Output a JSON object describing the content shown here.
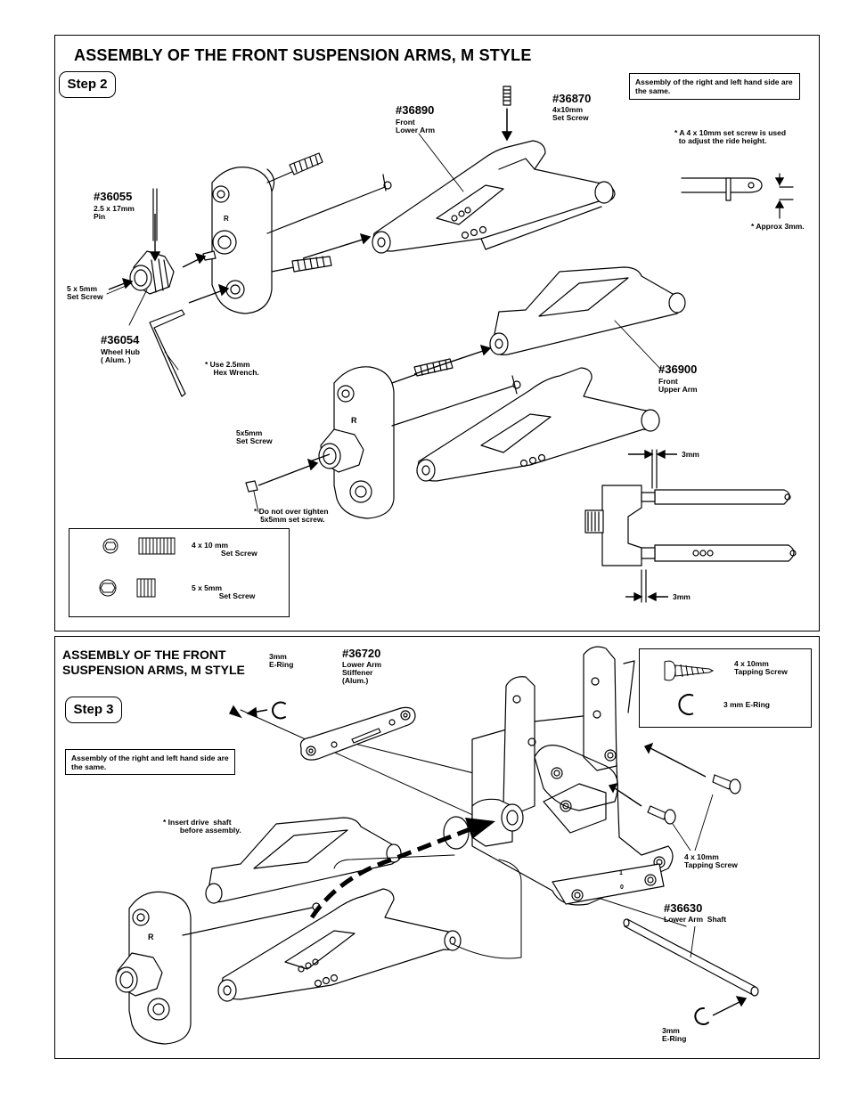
{
  "step2": {
    "title": "ASSEMBLY OF THE FRONT SUSPENSION ARMS, M STYLE",
    "step_label": "Step 2",
    "note_same_side": "Assembly of the right and left hand side are the same.",
    "note_ride_height": "* A 4 x 10mm set screw is used\n  to adjust the ride height.",
    "approx": "* Approx 3mm.",
    "parts": {
      "p36890": {
        "num": "#36890",
        "desc": "Front\nLower Arm"
      },
      "p36870": {
        "num": "#36870",
        "desc": "4x10mm\nSet Screw"
      },
      "p36055": {
        "num": "#36055",
        "desc": "2.5 x 17mm\nPin"
      },
      "p36054": {
        "num": "#36054",
        "desc": "Wheel Hub\n( Alum. )"
      },
      "p36900": {
        "num": "#36900",
        "desc": "Front\nUpper Arm"
      }
    },
    "set_screw_5x5": "5 x 5mm\nSet Screw",
    "hex_wrench": "* Use 2.5mm\n    Hex Wrench.",
    "set_screw_5x5b": "5x5mm\nSet Screw",
    "overtighten": "* Do not over tighten\n   5x5mm set screw.",
    "dim_top": "3mm",
    "dim_bottom": "3mm",
    "legend": {
      "item1": "4 x 10 mm\n              Set Screw",
      "item2": "5 x 5mm\n             Set Screw"
    },
    "hub_mark": "R"
  },
  "step3": {
    "title": "ASSEMBLY OF THE FRONT\nSUSPENSION ARMS, M STYLE",
    "step_label": "Step 3",
    "note_same_side": "Assembly of the right and left hand side are the same.",
    "ering_top": "3mm\nE-Ring",
    "p36720": {
      "num": "#36720",
      "desc": "Lower Arm\nStiffener\n(Alum.)"
    },
    "insert_drive": "* Insert drive  shaft\n        before assembly.",
    "tapping_screw": "4 x 10mm\nTapping Screw",
    "p36630": {
      "num": "#36630",
      "desc": "Lower Arm  Shaft"
    },
    "ering_bottom": "3mm\nE-Ring",
    "legend": {
      "item1": "4 x 10mm\nTapping Screw",
      "item2": "3 mm E-Ring"
    },
    "bulkhead_marks": [
      "1",
      "0"
    ],
    "hub_mark": "R"
  }
}
